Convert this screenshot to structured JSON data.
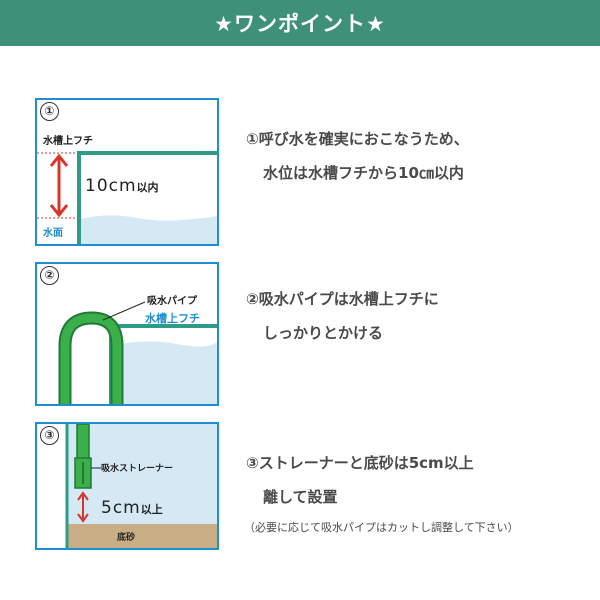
{
  "header": {
    "title": "★ワンポイント★"
  },
  "panel1": {
    "number": "①",
    "rim_label": "水槽上フチ",
    "distance_value": "10cm",
    "distance_suffix": "以内",
    "water_label": "水面"
  },
  "panel2": {
    "number": "②",
    "pipe_label": "吸水パイプ",
    "rim_label": "水槽上フチ"
  },
  "panel3": {
    "number": "③",
    "strainer_label": "吸水ストレーナー",
    "distance_value": "5cm",
    "distance_suffix": "以上",
    "sand_label": "底砂"
  },
  "steps": [
    {
      "line1": "①呼び水を確実におこなうため、",
      "line2": "水位は水槽フチから10㎝以内"
    },
    {
      "line1": "②吸水パイプは水槽上フチに",
      "line2": "しっかりとかける"
    },
    {
      "line1": "③ストレーナーと底砂は5cm以上",
      "line2": "離して設置"
    }
  ],
  "note": "（必要に応じて吸水パイプはカットし調整して下さい）",
  "colors": {
    "header_bg": "#3e9079",
    "panel_border": "#1f8fd2",
    "tank_teal": "#2f9a86",
    "water": "#d5e9f5",
    "arrow_red": "#d9342b",
    "pipe_green": "#3bb04a",
    "sand": "#c9ad85"
  }
}
